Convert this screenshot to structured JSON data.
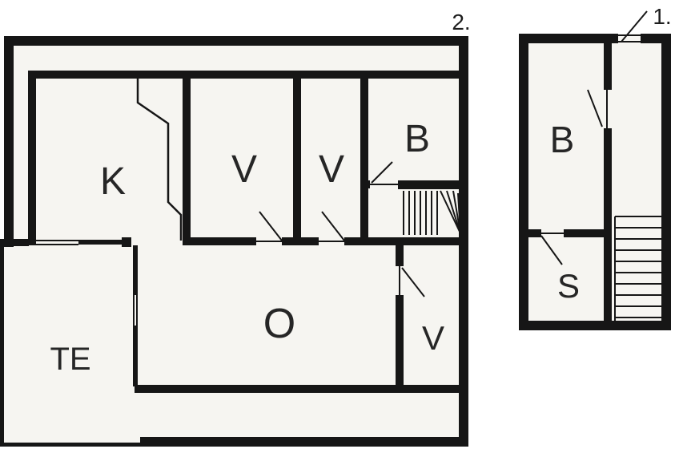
{
  "colors": {
    "background": "#ffffff",
    "wall": "#161616",
    "floor_fill": "#f6f5f1",
    "label_text": "#262626"
  },
  "floor_plans": [
    {
      "name": "upper-floor-plan",
      "plan_label": "2.",
      "rooms": [
        "K",
        "V",
        "V",
        "B",
        "O",
        "V",
        "TE"
      ],
      "features": [
        "winder-staircase",
        "door-swings",
        "terrace",
        "window-opening"
      ]
    },
    {
      "name": "ground-floor-plan",
      "plan_label": "1.",
      "rooms": [
        "B",
        "S"
      ],
      "features": [
        "straight-staircase",
        "entry-door",
        "door-swings"
      ]
    }
  ]
}
